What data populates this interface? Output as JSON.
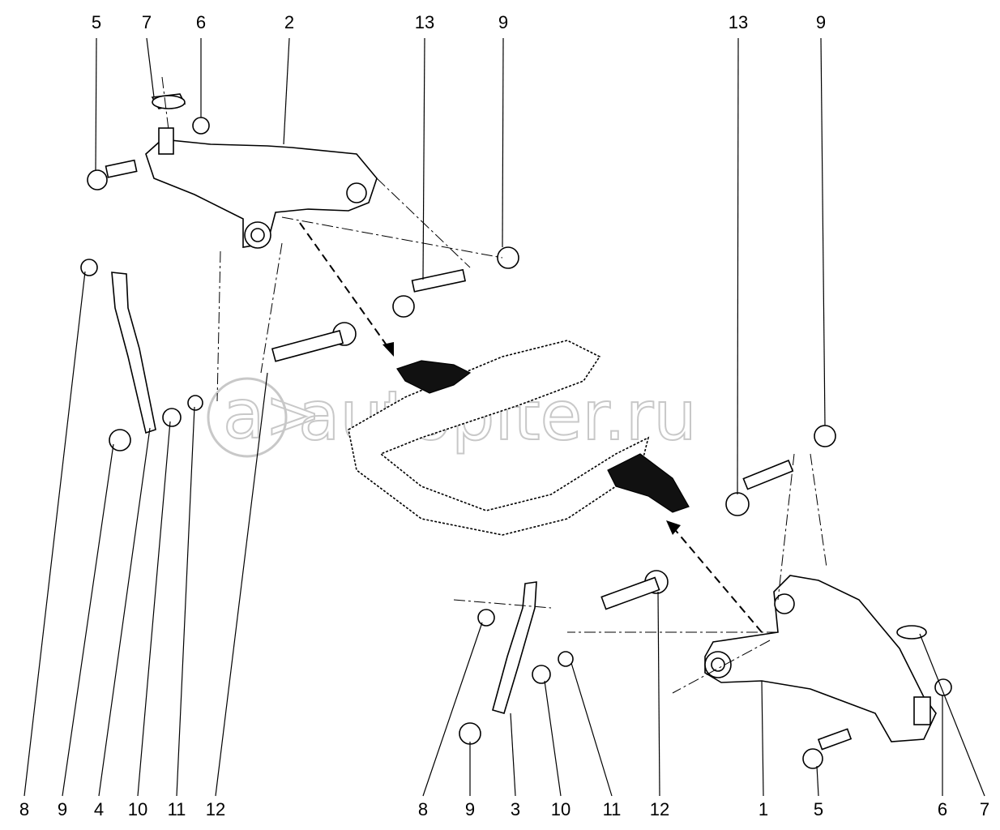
{
  "diagram": {
    "type": "exploded parts diagram - front suspension lower arms",
    "callouts_top": [
      "5",
      "7",
      "6",
      "2",
      "13",
      "9",
      "13",
      "9"
    ],
    "callouts_bottom": [
      "8",
      "9",
      "4",
      "10",
      "11",
      "12",
      "8",
      "9",
      "3",
      "10",
      "11",
      "12",
      "1",
      "5",
      "6",
      "7"
    ]
  },
  "watermark": {
    "text": "autopiter.ru",
    "logo": "a>"
  }
}
